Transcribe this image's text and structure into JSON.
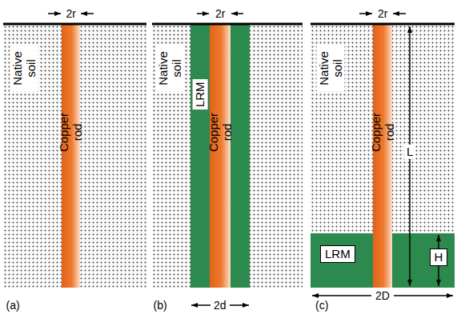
{
  "diagram": {
    "nodes": [
      {
        "text": [
          "Native soil"
        ]
      },
      {
        "text": [
          "Copper rod"
        ],
        "in": 0
      },
      {
        "text": [
          "Native soil"
        ]
      },
      {
        "text": [
          "LRM"
        ],
        "in": 2
      },
      {
        "text": [
          "Copper rod"
        ],
        "in": 3
      },
      {
        "text": [
          "Native soil"
        ]
      },
      {
        "text": [
          "LRM"
        ],
        "in": 5
      },
      {
        "text": [
          "Copper rod"
        ],
        "in": 5
      }
    ],
    "labels": [
      "2r",
      "(a)",
      "2r",
      "2d",
      "(b)",
      "2r",
      "L",
      "H",
      "2D",
      "(c)"
    ]
  }
}
